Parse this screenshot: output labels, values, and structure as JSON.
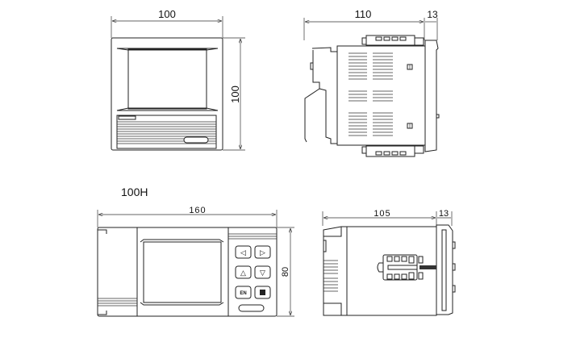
{
  "front_view_100": {
    "width_label": "100",
    "height_label": "100"
  },
  "side_view_100": {
    "depth_label": "110",
    "bezel_label": "13"
  },
  "model_label": "100H",
  "front_view_100h": {
    "width_label": "160",
    "height_label": "80",
    "key_en_label": "EN"
  },
  "side_view_100h": {
    "depth_label": "105",
    "bezel_label": "13"
  }
}
